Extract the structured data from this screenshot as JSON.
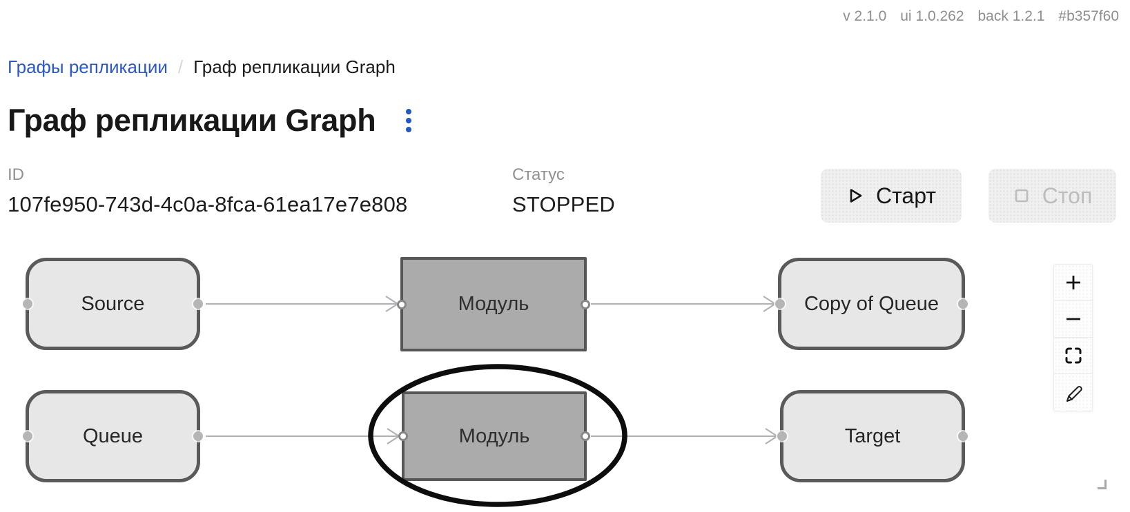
{
  "version_bar": {
    "items": [
      "v 2.1.0",
      "ui 1.0.262",
      "back 1.2.1",
      "#b357f60"
    ]
  },
  "breadcrumb": {
    "parent": "Графы репликации",
    "separator": "/",
    "current": "Граф репликации Graph"
  },
  "page": {
    "title": "Граф репликации Graph"
  },
  "meta": {
    "id": {
      "label": "ID",
      "value": "107fe950-743d-4c0a-8fca-61ea17e7e808"
    },
    "status": {
      "label": "Статус",
      "value": "STOPPED"
    }
  },
  "actions": {
    "start": {
      "label": "Старт",
      "icon": "play-icon",
      "enabled": true
    },
    "stop": {
      "label": "Стоп",
      "icon": "stop-icon",
      "enabled": false
    }
  },
  "graph": {
    "nodes": [
      {
        "id": "source",
        "label": "Source",
        "shape": "rounded"
      },
      {
        "id": "module-1",
        "label": "Модуль",
        "shape": "module"
      },
      {
        "id": "copy-of-queue",
        "label": "Copy of Queue",
        "shape": "rounded"
      },
      {
        "id": "queue",
        "label": "Queue",
        "shape": "rounded"
      },
      {
        "id": "module-2",
        "label": "Модуль",
        "shape": "module",
        "annotated": true
      },
      {
        "id": "target",
        "label": "Target",
        "shape": "rounded"
      }
    ],
    "edges": [
      {
        "from": "source",
        "to": "module-1"
      },
      {
        "from": "module-1",
        "to": "copy-of-queue"
      },
      {
        "from": "queue",
        "to": "module-2"
      },
      {
        "from": "module-2",
        "to": "target"
      }
    ],
    "controls": [
      {
        "action": "zoom-in",
        "icon": "plus-icon"
      },
      {
        "action": "zoom-out",
        "icon": "minus-icon"
      },
      {
        "action": "fit-view",
        "icon": "fit-view-icon"
      },
      {
        "action": "edit",
        "icon": "pencil-icon"
      }
    ],
    "annotation": {
      "type": "hand-drawn-ellipse",
      "around": "module-2",
      "color": "#0d0d0d"
    }
  },
  "colors": {
    "link_blue": "#2b58c4",
    "accent_blue": "#2456c0",
    "muted_text": "#8f8f8f",
    "node_fill_light": "#e7e7e7",
    "node_fill_module": "#ababab",
    "node_border": "#5a5a5a",
    "edge_gray": "#b2b2b6",
    "button_bg": "#f0f0f0",
    "disabled_text": "#bdbdbd"
  }
}
